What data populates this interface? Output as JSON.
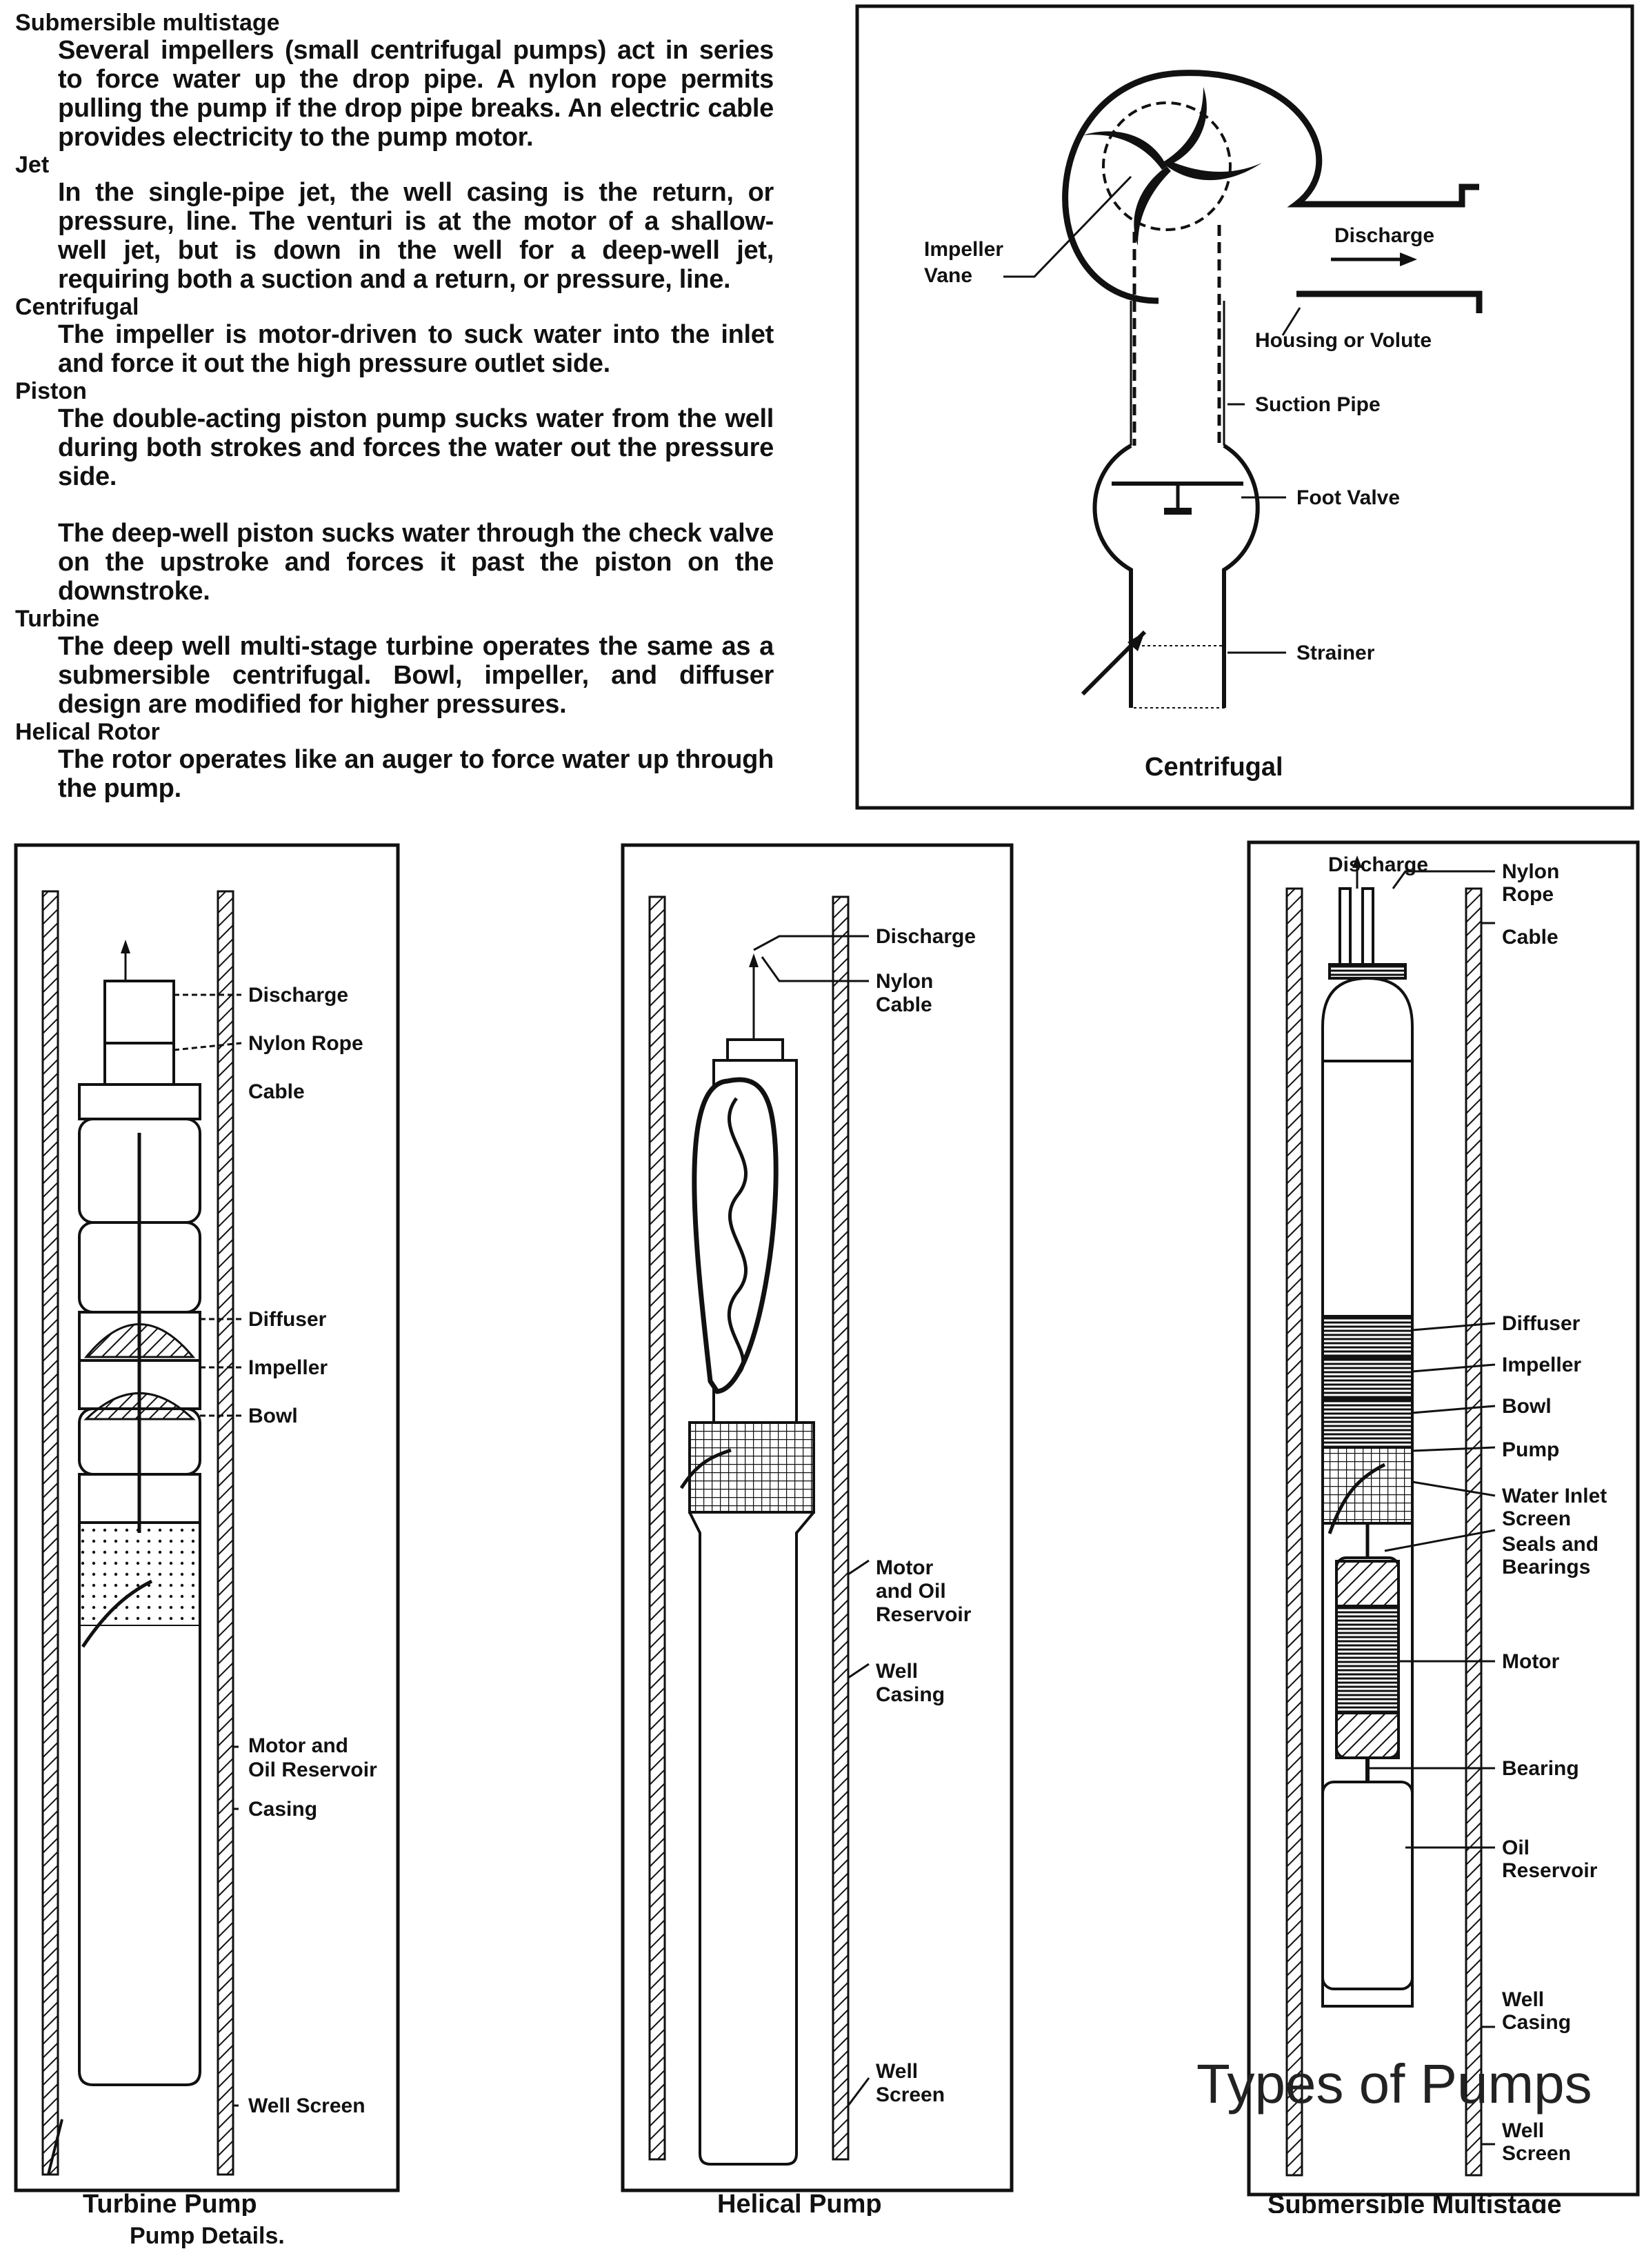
{
  "descriptions": [
    {
      "heading": "Submersible multistage",
      "paragraphs": [
        "Several impellers (small centrifugal pumps) act in series to force water up the drop pipe. A nylon rope permits pulling the pump if the drop pipe breaks. An electric cable provides electricity to the pump motor."
      ]
    },
    {
      "heading": "Jet",
      "paragraphs": [
        "In the single-pipe jet, the well casing is the return, or pressure, line. The venturi is at the motor of a shallow-well jet, but is down in the well for a deep-well jet, requiring both a suction and a return, or pressure, line."
      ]
    },
    {
      "heading": "Centrifugal",
      "paragraphs": [
        "The impeller is motor-driven to suck water into the inlet and force it out the high pressure outlet side."
      ]
    },
    {
      "heading": "Piston",
      "paragraphs": [
        "The double-acting piston pump sucks water from the well during both strokes and forces the water out the pressure side.",
        "The deep-well piston sucks water through the check valve on the upstroke and forces it past the piston on the downstroke."
      ]
    },
    {
      "heading": "Turbine",
      "paragraphs": [
        "The deep well multi-stage turbine operates the same as a submersible centrifugal. Bowl, impeller, and diffuser design are modified for higher pressures."
      ]
    },
    {
      "heading": "Helical Rotor",
      "paragraphs": [
        "The rotor operates like an auger to force water up through the pump."
      ]
    }
  ],
  "centrifugal": {
    "caption": "Centrifugal",
    "labels": {
      "impeller_vane": [
        "Impeller",
        "Vane"
      ],
      "discharge": "Discharge",
      "housing": "Housing or Volute",
      "suction_pipe": "Suction Pipe",
      "foot_valve": "Foot Valve",
      "strainer": "Strainer"
    }
  },
  "turbine": {
    "caption": "Turbine Pump",
    "labels": {
      "discharge": "Discharge",
      "nylon_rope": "Nylon Rope",
      "cable": "Cable",
      "diffuser": "Diffuser",
      "impeller": "Impeller",
      "bowl": "Bowl",
      "motor": [
        "Motor and",
        "Oil Reservoir"
      ],
      "casing": "Casing",
      "well_screen": "Well Screen"
    }
  },
  "helical": {
    "caption": "Helical Pump",
    "labels": {
      "discharge": "Discharge",
      "nylon_cable": [
        "Nylon",
        "Cable"
      ],
      "motor": [
        "Motor",
        "and Oil",
        "Reservoir"
      ],
      "well_casing": [
        "Well",
        "Casing"
      ],
      "well_screen": [
        "Well",
        "Screen"
      ]
    }
  },
  "submersible": {
    "caption": "Submersible Multistage",
    "labels": {
      "discharge": "Discharge",
      "nylon_rope": [
        "Nylon",
        "Rope"
      ],
      "cable": "Cable",
      "diffuser": "Diffuser",
      "impeller": "Impeller",
      "bowl": "Bowl",
      "pump": "Pump",
      "water_inlet": [
        "Water Inlet",
        "Screen"
      ],
      "seals": [
        "Seals and",
        "Bearings"
      ],
      "motor": "Motor",
      "bearing": "Bearing",
      "oil": [
        "Oil",
        "Reservoir"
      ],
      "well_casing": [
        "Well",
        "Casing"
      ],
      "well_screen": [
        "Well",
        "Screen"
      ]
    }
  },
  "footnote": "Pump Details.",
  "overlay_title": "Types of Pumps"
}
